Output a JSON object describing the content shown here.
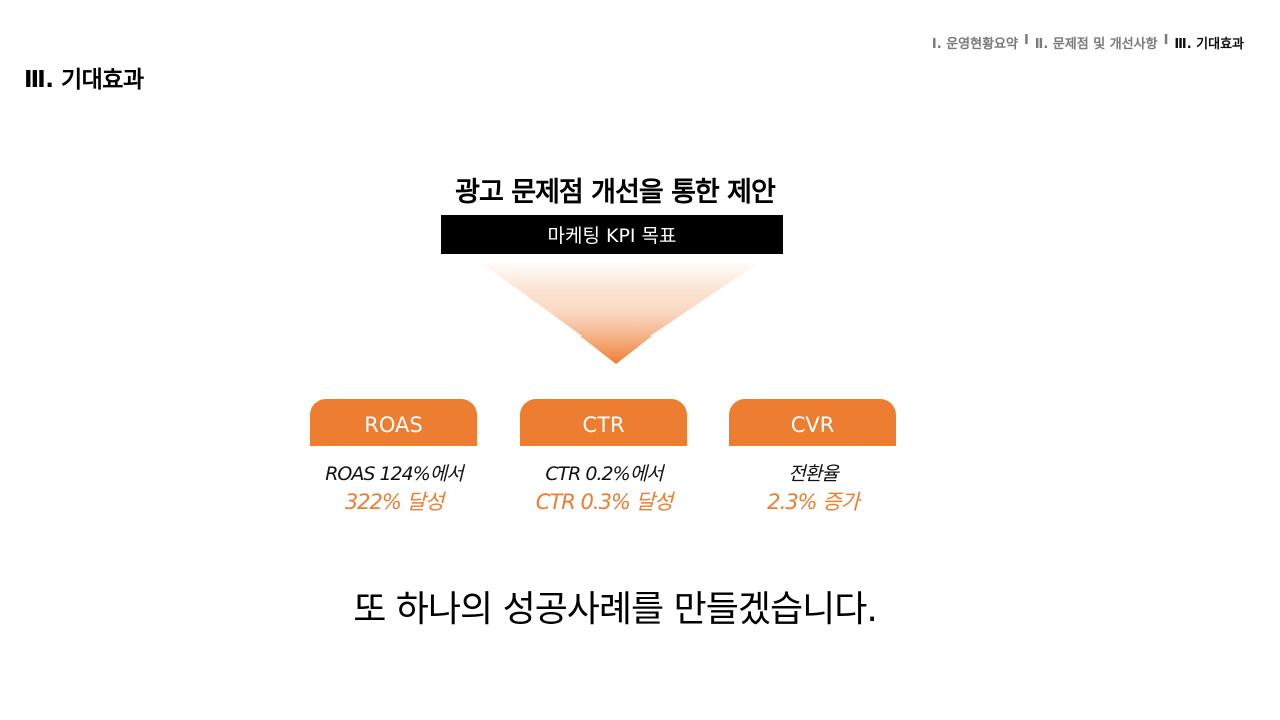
{
  "nav": {
    "items": [
      "Ⅰ. 운영현황요약",
      "Ⅱ. 문제점 및 개선사항",
      "Ⅲ. 기대효과"
    ],
    "separator": "I"
  },
  "page_title": "Ⅲ. 기대효과",
  "headline": "광고 문제점 개선을 통한 제안",
  "kpi_label": "마케팅 KPI 목표",
  "cards": [
    {
      "title": "ROAS",
      "line1": "ROAS 124%에서",
      "line2": "322% 달성"
    },
    {
      "title": "CTR",
      "line1": "CTR 0.2%에서",
      "line2": "CTR 0.3% 달성"
    },
    {
      "title": "CVR",
      "line1": "전환율",
      "line2": "2.3% 증가"
    }
  ],
  "closing": "또 하나의 성공사례를 만들겠습니다.",
  "colors": {
    "accent": "#ed7d31",
    "bar": "#000000"
  }
}
